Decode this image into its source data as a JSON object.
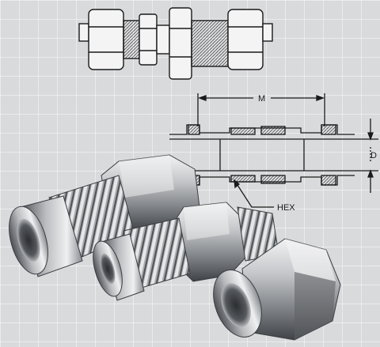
{
  "labels": {
    "dimension_m": "M",
    "dimension_d": "D",
    "hex": "HEX"
  },
  "colors": {
    "background": "#d9dadc",
    "grid": "#ffffff",
    "line_art": "#1a1a1a",
    "metal_light": "#e9eaec",
    "metal_mid": "#a9abae",
    "metal_dark": "#55585c"
  }
}
